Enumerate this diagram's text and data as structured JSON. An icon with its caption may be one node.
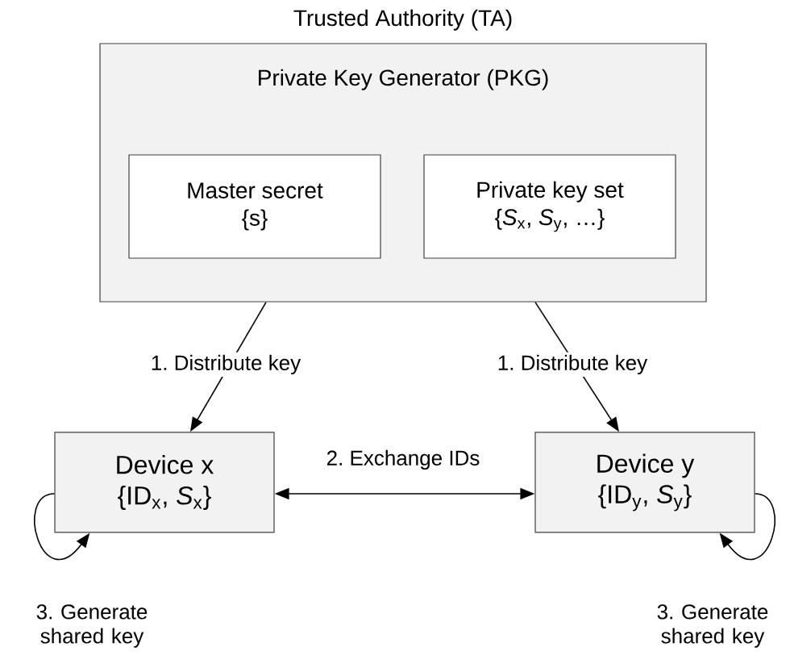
{
  "diagram": {
    "nodes": [
      {
        "text": [
          "Trusted Authority (TA)",
          "Private Key Generator (PKG)"
        ]
      },
      {
        "text": [
          "Master secret",
          "{s}"
        ],
        "in": 0
      },
      {
        "text": [
          "Private key set",
          "{*S*$_{x}$, *S*$_{y}$, …}"
        ],
        "in": 0
      },
      {
        "text": [
          "Device x",
          "{ID$_{x}$, *S*$_{x}$}"
        ]
      },
      {
        "text": [
          "Device y",
          "{ID$_{y}$, *S*$_{y}$}"
        ]
      }
    ],
    "edges": [
      {
        "from": 0,
        "to": 3,
        "arrow": "to",
        "label": "1. Distribute key"
      },
      {
        "from": 0,
        "to": 4,
        "arrow": "to",
        "label": "1. Distribute key"
      },
      {
        "from": 3,
        "to": 4,
        "arrow": "both",
        "label": "2. Exchange IDs"
      },
      {
        "from": 3,
        "to": 3,
        "arrow": "to",
        "label": "3. Generate shared key"
      },
      {
        "from": 4,
        "to": 4,
        "arrow": "to",
        "label": "3. Generate shared key"
      }
    ]
  }
}
